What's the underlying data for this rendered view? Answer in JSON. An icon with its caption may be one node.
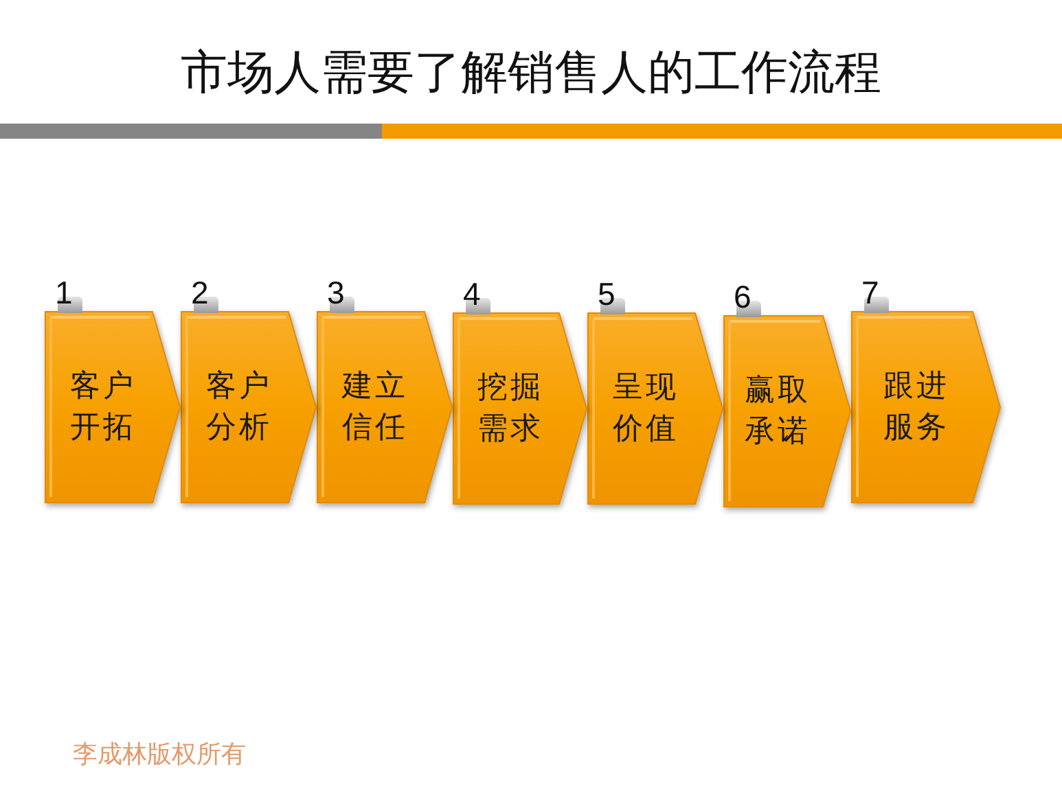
{
  "diagram": {
    "title": "市场人需要了解销售人的工作流程",
    "nodes": [
      {
        "text": [
          "客户开拓"
        ],
        "beside": [
          "1"
        ]
      },
      {
        "text": [
          "客户分析"
        ],
        "beside": [
          "2"
        ]
      },
      {
        "text": [
          "建立信任"
        ],
        "beside": [
          "3"
        ]
      },
      {
        "text": [
          "挖掘需求"
        ],
        "beside": [
          "4"
        ]
      },
      {
        "text": [
          "呈现价值"
        ],
        "beside": [
          "5"
        ]
      },
      {
        "text": [
          "赢取承诺"
        ],
        "beside": [
          "6"
        ]
      },
      {
        "text": [
          "跟进服务"
        ],
        "beside": [
          "7"
        ]
      }
    ],
    "labels": [
      "李成林版权所有"
    ]
  }
}
